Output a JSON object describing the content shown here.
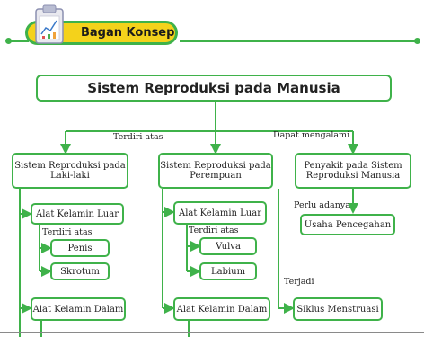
{
  "header": {
    "title": "Bagan Konsep",
    "icon": "clipboard-chart-icon"
  },
  "colors": {
    "accent": "#3fb24a",
    "banner_fill": "#f4d21b"
  },
  "diagram": {
    "main_title": "Sistem Reproduksi pada Manusia",
    "edge_labels": {
      "terdiri_atas": "Terdiri atas",
      "dapat_mengalami": "Dapat mengalami",
      "perlu_adanya": "Perlu adanya",
      "terjadi": "Terjadi",
      "male_terdiri_atas": "Terdiri atas",
      "female_terdiri_atas": "Terdiri atas"
    },
    "male": {
      "title": "Sistem Reproduksi pada Laki-laki",
      "outer": "Alat Kelamin Luar",
      "parts": [
        "Penis",
        "Skrotum"
      ],
      "inner": "Alat Kelamin Dalam"
    },
    "female": {
      "title": "Sistem Reproduksi pada Perempuan",
      "outer": "Alat Kelamin Luar",
      "parts": [
        "Vulva",
        "Labium"
      ],
      "inner": "Alat Kelamin Dalam",
      "cycle": "Siklus Menstruasi"
    },
    "disease": {
      "title": "Penyakit pada Sistem Reproduksi Manusia",
      "prevention": "Usaha Pencegahan"
    }
  }
}
